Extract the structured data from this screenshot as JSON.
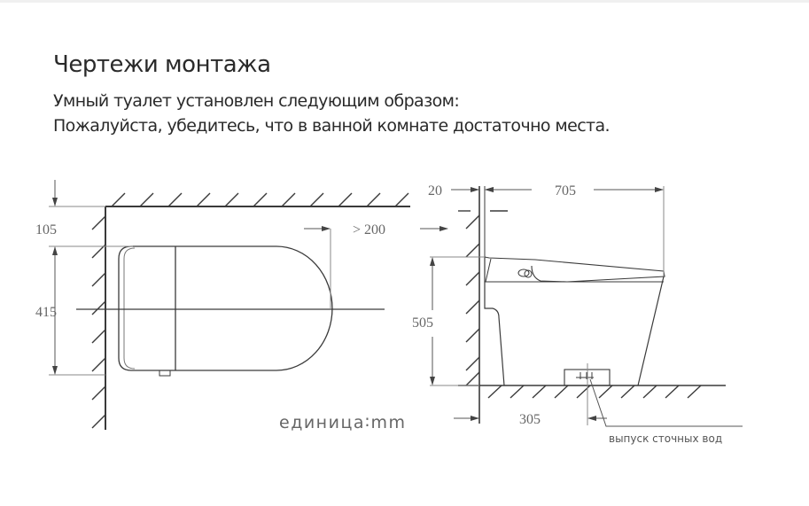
{
  "header": {
    "title": "Чертежи монтажа",
    "subtitle_line1": "Умный туалет установлен следующим образом:",
    "subtitle_line2": "Пожалуйста, убедитесь, что в ванной комнате достаточно места."
  },
  "top_view": {
    "dim_wall_to_drain_axis": "105",
    "dim_width": "415",
    "dim_front_clearance": "> 200"
  },
  "side_view": {
    "dim_wall_gap": "20",
    "dim_length": "705",
    "dim_height": "505",
    "dim_drain_offset": "305",
    "drain_label": "выпуск сточных вод"
  },
  "unit_label": "единица∶mm",
  "colors": {
    "line": "#3a3a3a",
    "dim_text": "#666666",
    "text": "#2a2a2a"
  }
}
